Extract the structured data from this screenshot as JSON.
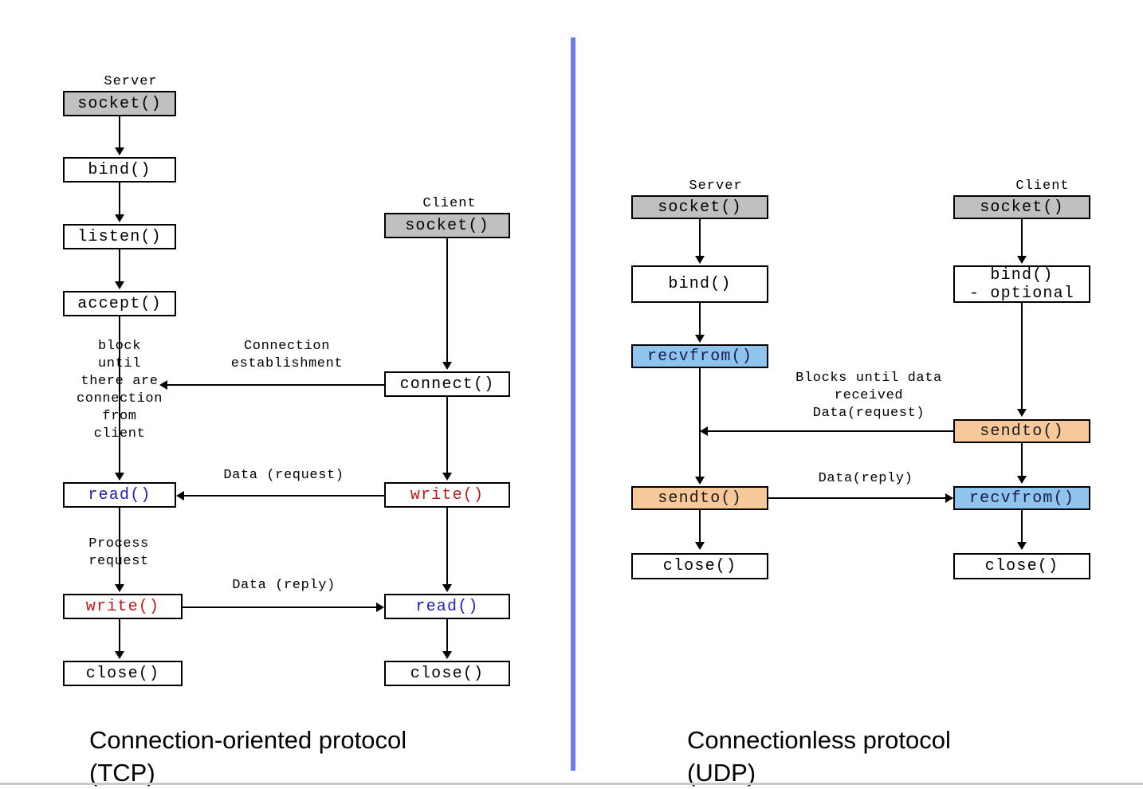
{
  "slide": {
    "divider_color": "#6b7ce8",
    "background": "#ffffff"
  },
  "captions": {
    "left": "Connection-oriented protocol\n(TCP)",
    "right": "Connectionless protocol\n(UDP)"
  },
  "palette": {
    "socket_fill": "#c0c0c0",
    "recvfrom_fill": "#8ec4ee",
    "sendto_fill": "#f7c99a",
    "read_text": "#2020b8",
    "write_text": "#c01818",
    "border": "#000000"
  },
  "tcp": {
    "server_label": "Server",
    "client_label": "Client",
    "server_nodes": [
      {
        "id": "srv-socket",
        "label": "socket()",
        "style": "gray"
      },
      {
        "id": "srv-bind",
        "label": "bind()",
        "style": "plain"
      },
      {
        "id": "srv-listen",
        "label": "listen()",
        "style": "plain"
      },
      {
        "id": "srv-accept",
        "label": "accept()",
        "style": "plain"
      },
      {
        "id": "srv-read",
        "label": "read()",
        "style": "read"
      },
      {
        "id": "srv-write",
        "label": "write()",
        "style": "write"
      },
      {
        "id": "srv-close",
        "label": "close()",
        "style": "plain"
      }
    ],
    "client_nodes": [
      {
        "id": "cli-socket",
        "label": "socket()",
        "style": "gray"
      },
      {
        "id": "cli-connect",
        "label": "connect()",
        "style": "plain"
      },
      {
        "id": "cli-write",
        "label": "write()",
        "style": "write"
      },
      {
        "id": "cli-read",
        "label": "read()",
        "style": "read"
      },
      {
        "id": "cli-close",
        "label": "close()",
        "style": "plain"
      }
    ],
    "annotations": {
      "block_note": "block\nuntil\nthere are\nconnection\nfrom\nclient",
      "process_note": "Process\nrequest",
      "conn_establishment": "Connection\nestablishment",
      "data_request": "Data (request)",
      "data_reply": "Data (reply)"
    }
  },
  "udp": {
    "server_label": "Server",
    "client_label": "Client",
    "server_nodes": [
      {
        "id": "u-srv-socket",
        "label": "socket()",
        "style": "gray"
      },
      {
        "id": "u-srv-bind",
        "label": "bind()",
        "style": "plain"
      },
      {
        "id": "u-srv-recvfrom",
        "label": "recvfrom()",
        "style": "blue"
      },
      {
        "id": "u-srv-sendto",
        "label": "sendto()",
        "style": "orange"
      },
      {
        "id": "u-srv-close",
        "label": "close()",
        "style": "plain"
      }
    ],
    "client_nodes": [
      {
        "id": "u-cli-socket",
        "label": "socket()",
        "style": "gray"
      },
      {
        "id": "u-cli-bind",
        "label": "bind()\n- optional",
        "style": "plain"
      },
      {
        "id": "u-cli-sendto",
        "label": "sendto()",
        "style": "orange"
      },
      {
        "id": "u-cli-recvfrom",
        "label": "recvfrom()",
        "style": "blue"
      },
      {
        "id": "u-cli-close",
        "label": "close()",
        "style": "plain"
      }
    ],
    "annotations": {
      "blocks_note": "Blocks until data\nreceived\nData(request)",
      "data_reply": "Data(reply)"
    }
  }
}
